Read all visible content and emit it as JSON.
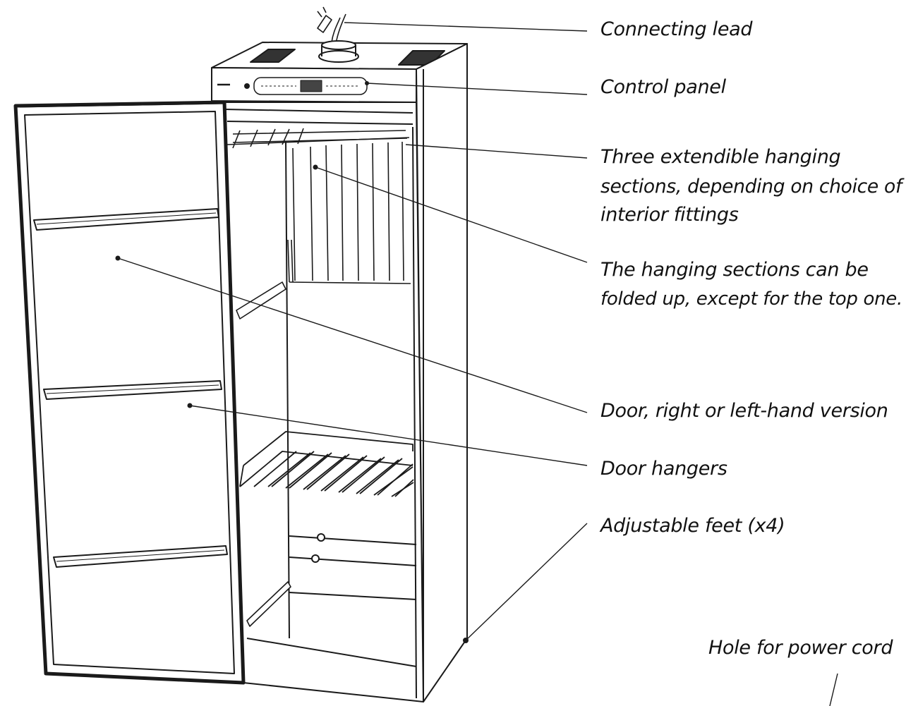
{
  "colors": {
    "ink": "#1a1a1a",
    "light": "#555555",
    "background": "#ffffff"
  },
  "labels": {
    "connecting_lead": "Connecting lead",
    "control_panel": "Control panel",
    "hanging_sections_line1": "Three extendible hanging",
    "hanging_sections_line2": "sections, depending on choice of",
    "hanging_sections_line3": "interior fittings",
    "folded_line1": "The hanging sections can be",
    "folded_line2": "folded up, except for the top one.",
    "door": "Door, right or left-hand version",
    "door_hangers": "Door hangers",
    "feet": "Adjustable feet (x4)",
    "hole": "Hole for power cord"
  }
}
